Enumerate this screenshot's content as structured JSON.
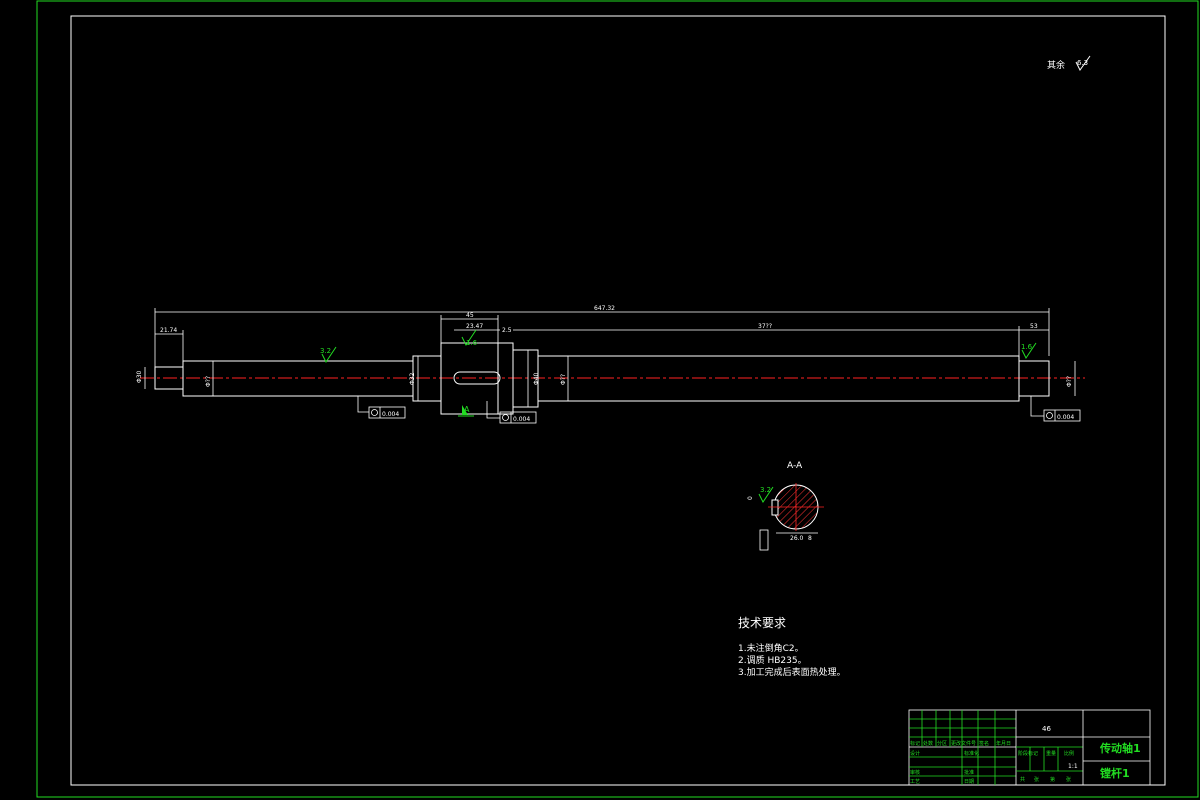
{
  "drawing": {
    "surface_finish_note": {
      "label": "其余",
      "value": "6.3"
    },
    "overall_length": "647.32",
    "dims": {
      "left_step": "21.74",
      "key_section_width": "45",
      "key_slot": "23.47",
      "shoulder": "2.5",
      "long_section": "37??",
      "right_step": "53",
      "dia_end_left": "Φ30",
      "dia_left_journal": "Φ??",
      "dia_mid": "Φ32",
      "dia_collar": "Φ40",
      "dia_long": "Φ??",
      "dia_end_right": "Φ??"
    },
    "roughness": {
      "left": "3.2",
      "key": "1.6",
      "right": "1.6"
    },
    "tolerance_value": "0.004",
    "datum_label": "A",
    "section": {
      "title": "A-A",
      "roughness": "3.2",
      "dims": {
        "key_depth": "26.0",
        "key_width": "8",
        "small": "0"
      }
    }
  },
  "tech_requirements": {
    "title": "技术要求",
    "items": [
      "1.未注倒角C2。",
      "2.调质 HB235。",
      "3.加工完成后表面热处理。"
    ]
  },
  "title_block": {
    "mark_number": "46",
    "part_name": "传动轴1",
    "assembly_name": "镗杆1",
    "scale": "1:1",
    "header_cells": [
      "标记",
      "处数",
      "分区",
      "更改文件号",
      "签名",
      "年月日"
    ],
    "rows_left": [
      "设计",
      "审核",
      "工艺"
    ],
    "rows_mid": [
      "标准化",
      "批准",
      "日期"
    ],
    "stage_labels": [
      "阶段标记",
      "重量",
      "比例"
    ],
    "sheet_labels": [
      "共",
      "张",
      "第",
      "张"
    ]
  },
  "colors": {
    "frame": "#22dd22",
    "geometry": "#ffffff",
    "centerline": "#ff2222",
    "roughness": "#22dd22",
    "section_hatch": "#ff3333"
  }
}
